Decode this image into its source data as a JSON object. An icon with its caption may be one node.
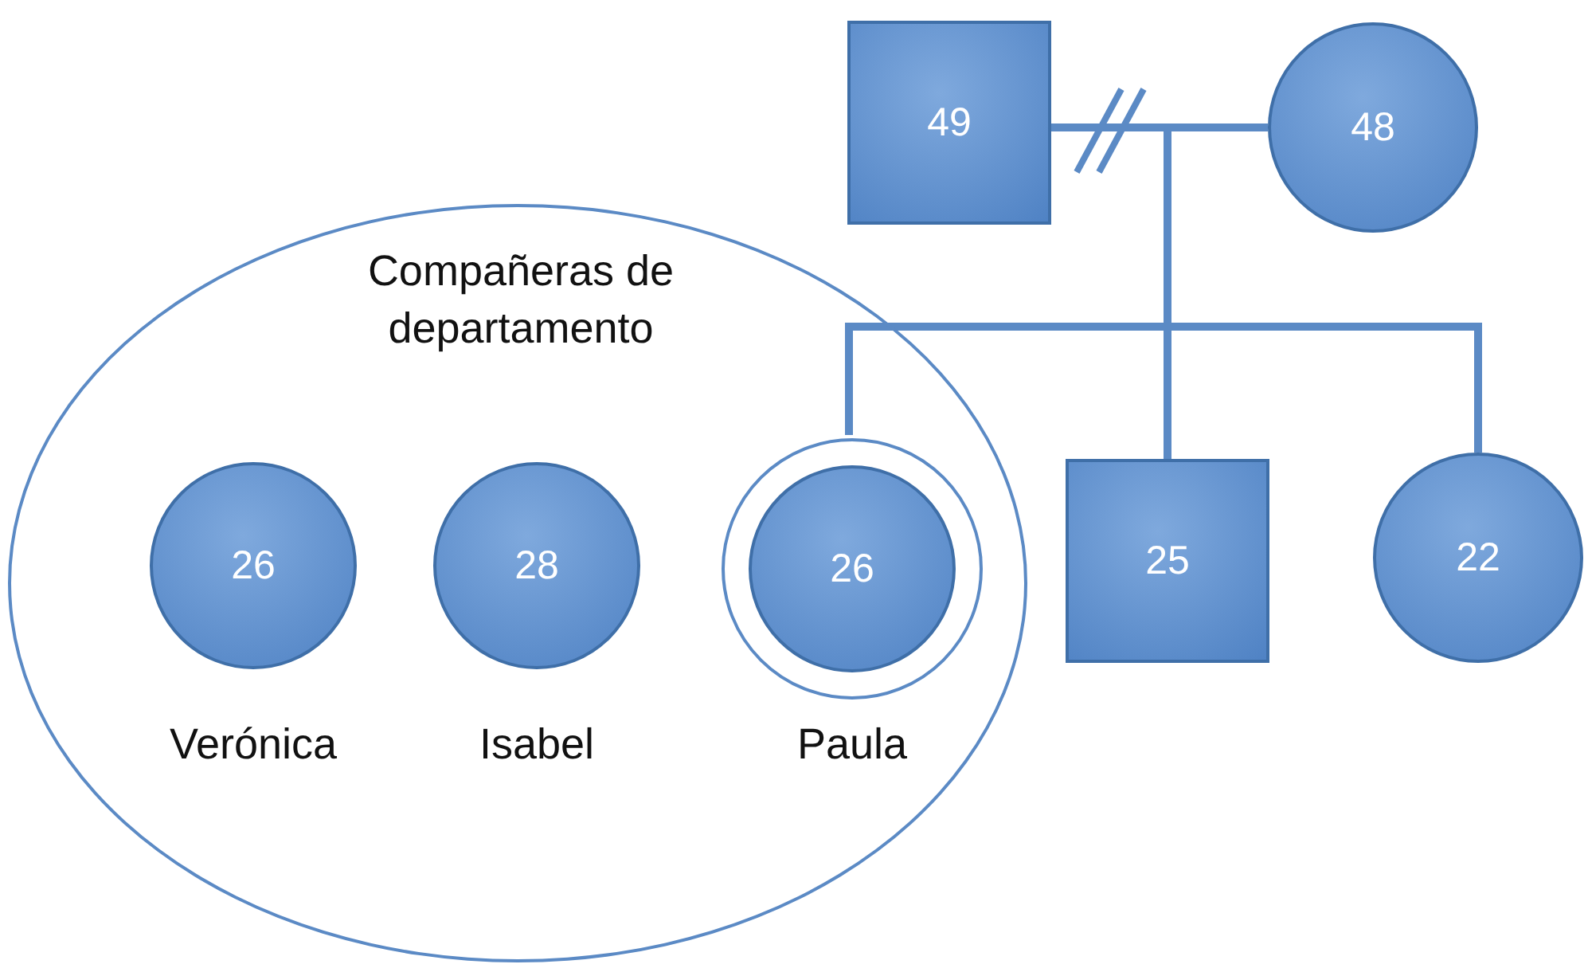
{
  "diagram": {
    "nodes": [
      {
        "text": [
          "49"
        ]
      },
      {
        "text": [
          "48"
        ]
      },
      {
        "text": [
          "Compañeras de departamento"
        ]
      },
      {
        "text": [
          "26"
        ],
        "in": 2,
        "beside": [
          "Verónica"
        ]
      },
      {
        "text": [
          "28"
        ],
        "in": 2,
        "beside": [
          "Isabel"
        ]
      },
      {
        "text": [
          "26"
        ],
        "in": 2,
        "beside": [
          "Paula"
        ]
      },
      {
        "text": [
          "25"
        ]
      },
      {
        "text": [
          "22"
        ]
      }
    ],
    "edges": [
      {
        "from": 0,
        "to": 1,
        "arrow": "none"
      },
      {
        "from": 0,
        "to": 5,
        "arrow": "none"
      },
      {
        "from": 1,
        "to": 5,
        "arrow": "none"
      },
      {
        "from": 0,
        "to": 6,
        "arrow": "none"
      },
      {
        "from": 1,
        "to": 6,
        "arrow": "none"
      },
      {
        "from": 0,
        "to": 7,
        "arrow": "none"
      },
      {
        "from": 1,
        "to": 7,
        "arrow": "none"
      }
    ]
  }
}
